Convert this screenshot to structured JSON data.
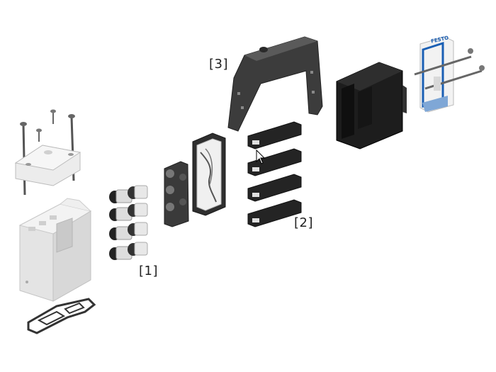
{
  "callouts": {
    "one": "[1]",
    "two": "[2]",
    "three": "[3]"
  },
  "brand": {
    "label": "FESTO",
    "color": "#1a5fb4"
  },
  "components": {
    "white_housing": "white-housing-icon",
    "top_plate_with_screws": "top-plate-icon",
    "gasket": "gasket-icon",
    "fittings": "push-in-fitting-icon",
    "seal_plate": "seal-plate-icon",
    "sub_base": "sub-base-icon",
    "valve_slices": "valve-slice-icon",
    "bracket": "mounting-bracket-icon",
    "black_cover": "black-cover-icon",
    "end_plate": "end-plate-icon",
    "cursor": "cursor-icon"
  },
  "colors": {
    "white_part": "#e9e9e9",
    "dark_part": "#2a2a2a",
    "accent": "#1a5fb4"
  }
}
